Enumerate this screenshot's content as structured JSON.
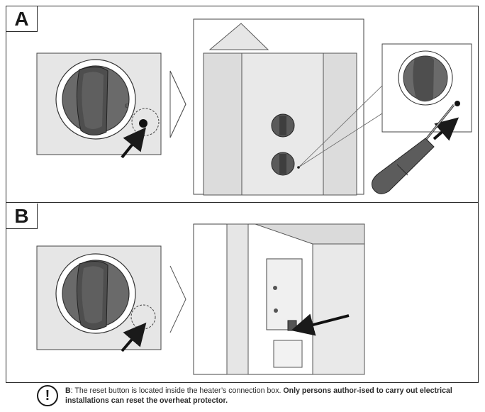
{
  "panels": {
    "a_label": "A",
    "b_label": "B"
  },
  "note": {
    "icon_glyph": "!",
    "lead": "B",
    "text_regular": ": The reset button is located inside the heater’s connection box. ",
    "text_bold": "Only persons author-ised to carry out electrical installations can reset the overheat protector."
  },
  "colors": {
    "panel_bg": "#e6e6e6",
    "line": "#2b2b2b",
    "knob_dark": "#5c5c5c",
    "knob_mid": "#7a7a7a"
  }
}
